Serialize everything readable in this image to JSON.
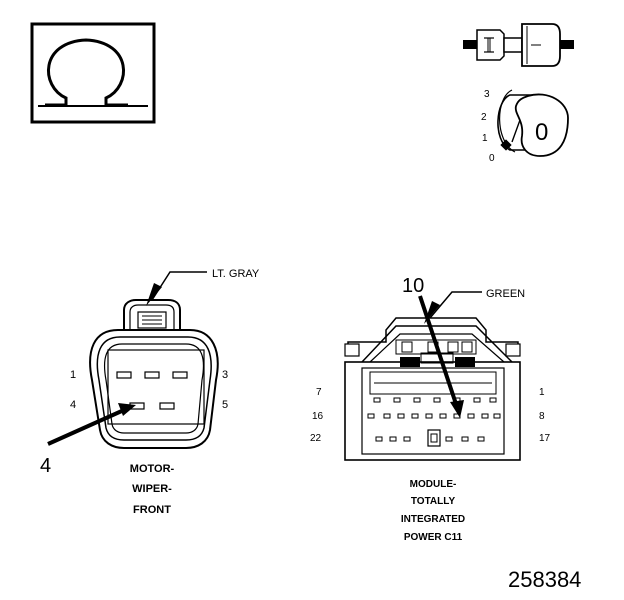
{
  "symbol": {
    "name": "ohm-symbol",
    "glyph": "Ω"
  },
  "key_switch": {
    "positions": [
      "3",
      "2",
      "1",
      "0"
    ],
    "key_label": "0"
  },
  "motor_connector": {
    "color_callout": "LT. GRAY",
    "pin_labels": {
      "p1": "1",
      "p3": "3",
      "p4": "4",
      "p5": "5"
    },
    "callout_number": "4",
    "name_lines": [
      "MOTOR-",
      "WIPER-",
      "FRONT"
    ]
  },
  "module_connector": {
    "color_callout": "GREEN",
    "callout_number": "10",
    "pin_labels": {
      "p7": "7",
      "p1": "1",
      "p16": "16",
      "p8": "8",
      "p22": "22",
      "p17": "17"
    },
    "name_lines": [
      "MODULE-",
      "TOTALLY",
      "INTEGRATED",
      "POWER C11"
    ]
  },
  "figure_id": "258384"
}
